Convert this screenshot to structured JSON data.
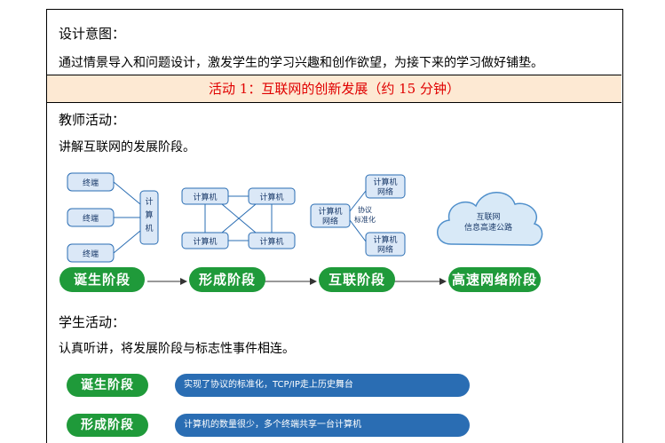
{
  "design": {
    "heading": "设计意图：",
    "text": "通过情景导入和问题设计，激发学生的学习兴趣和创作欲望，为接下来的学习做好铺垫。"
  },
  "activity": {
    "title": "活动 1：互联网的创新发展（约 15 分钟）"
  },
  "teacher": {
    "heading": "教师活动：",
    "text": "讲解互联网的发展阶段。"
  },
  "diagram": {
    "terminal": "终端",
    "computer_v": "计\n算\n机",
    "computer": "计算机",
    "computer_network": "计算机\n网络",
    "protocol": "协议\n标准化",
    "cloud": "互联网\n信息高速公路"
  },
  "stages": [
    "诞生阶段",
    "形成阶段",
    "互联阶段",
    "高速网络阶段"
  ],
  "student": {
    "heading": "学生活动：",
    "text": "认真听讲，将发展阶段与标志性事件相连。"
  },
  "matching": [
    {
      "stage": "诞生阶段",
      "event": "实现了协议的标准化，TCP/IP走上历史舞台"
    },
    {
      "stage": "形成阶段",
      "event": "计算机的数量很少，多个终端共享一台计算机"
    }
  ],
  "colors": {
    "stage_green": "#1f9a3a",
    "event_blue": "#2a6db3",
    "activity_red": "#e00000",
    "activity_bg": "#fde9d3"
  }
}
